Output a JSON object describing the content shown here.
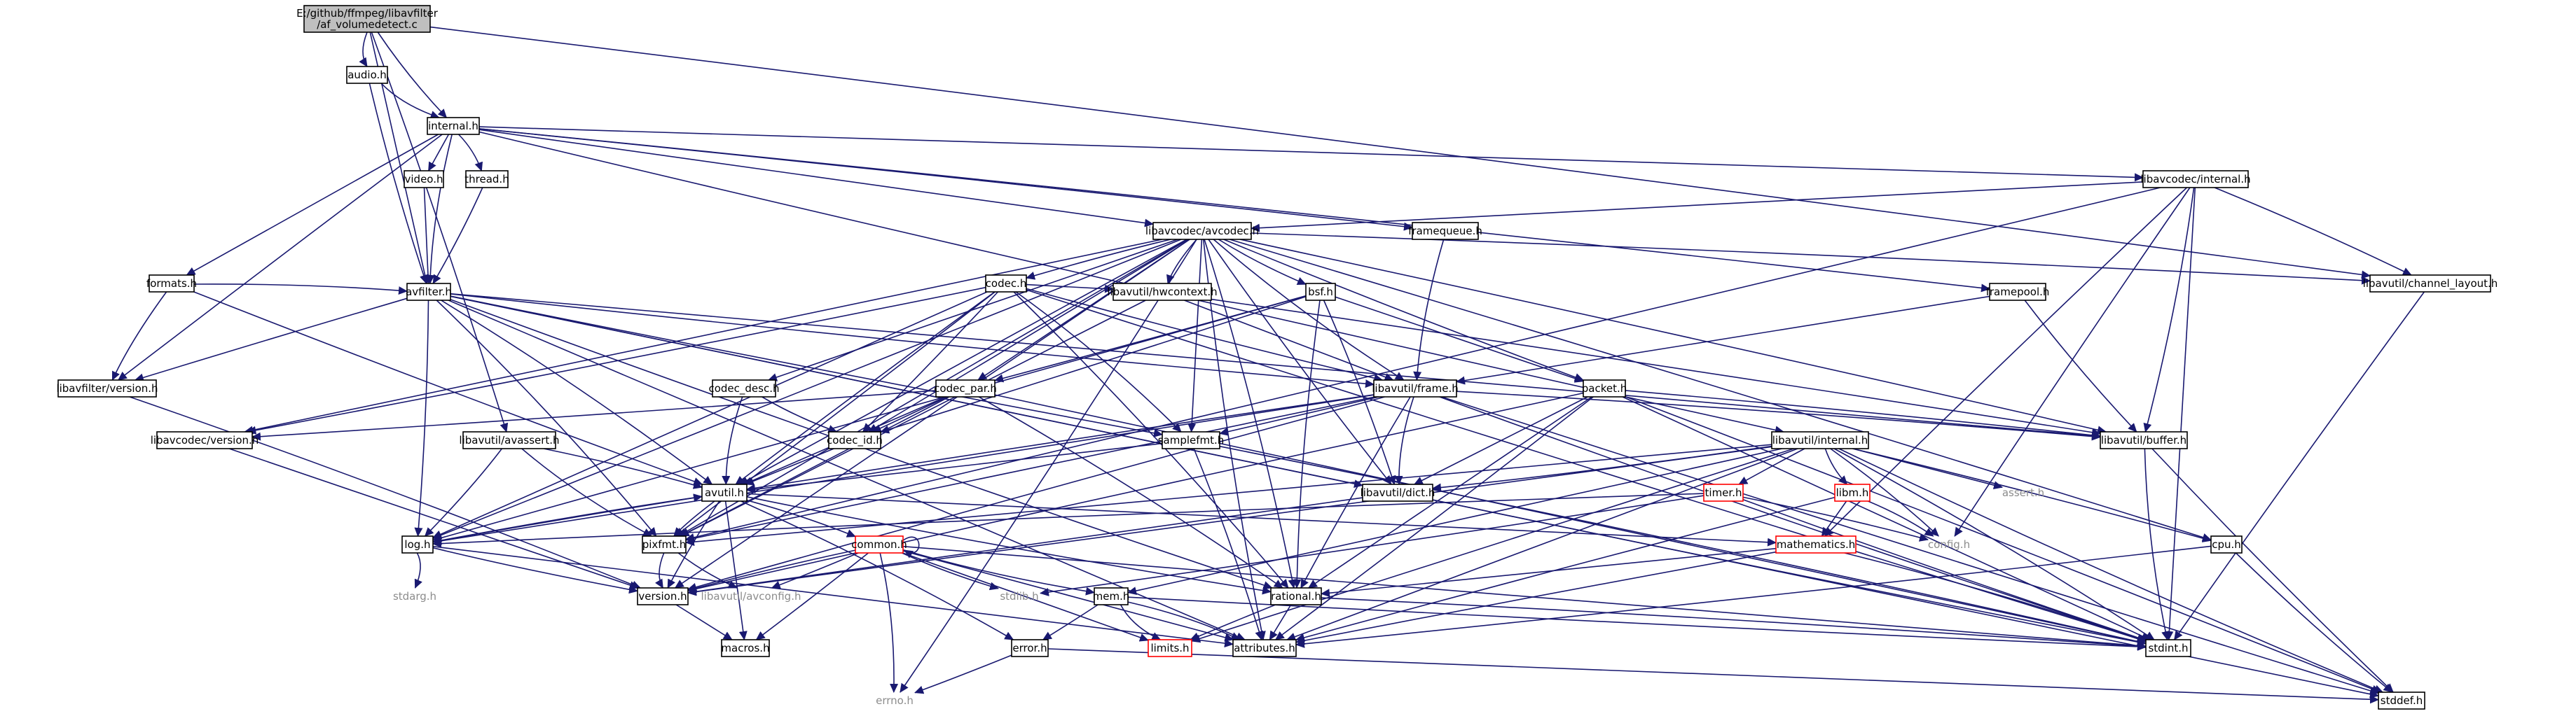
{
  "graph": {
    "nodes": [
      {
        "id": "root",
        "lines": [
          "E:/github/ffmpeg/libavfilter",
          "/af_volumedetect.c"
        ],
        "style": "root"
      },
      {
        "id": "audio",
        "lines": [
          "audio.h"
        ],
        "style": "normal"
      },
      {
        "id": "internal",
        "lines": [
          "internal.h"
        ],
        "style": "normal"
      },
      {
        "id": "video",
        "lines": [
          "video.h"
        ],
        "style": "normal"
      },
      {
        "id": "thread",
        "lines": [
          "thread.h"
        ],
        "style": "normal"
      },
      {
        "id": "formats",
        "lines": [
          "formats.h"
        ],
        "style": "normal"
      },
      {
        "id": "lc_internal",
        "lines": [
          "libavcodec/internal.h"
        ],
        "style": "normal"
      },
      {
        "id": "avcodec",
        "lines": [
          "libavcodec/avcodec.h"
        ],
        "style": "normal"
      },
      {
        "id": "framequeue",
        "lines": [
          "framequeue.h"
        ],
        "style": "normal"
      },
      {
        "id": "channel_layout",
        "lines": [
          "libavutil/channel_layout.h"
        ],
        "style": "normal"
      },
      {
        "id": "codec",
        "lines": [
          "codec.h"
        ],
        "style": "normal"
      },
      {
        "id": "hwcontext",
        "lines": [
          "libavutil/hwcontext.h"
        ],
        "style": "normal"
      },
      {
        "id": "bsf",
        "lines": [
          "bsf.h"
        ],
        "style": "normal"
      },
      {
        "id": "framepool",
        "lines": [
          "framepool.h"
        ],
        "style": "normal"
      },
      {
        "id": "avfilter",
        "lines": [
          "avfilter.h"
        ],
        "style": "normal"
      },
      {
        "id": "filterversion",
        "lines": [
          "libavfilter/version.h"
        ],
        "style": "normal"
      },
      {
        "id": "codec_desc",
        "lines": [
          "codec_desc.h"
        ],
        "style": "normal"
      },
      {
        "id": "codec_par",
        "lines": [
          "codec_par.h"
        ],
        "style": "normal"
      },
      {
        "id": "frame",
        "lines": [
          "libavutil/frame.h"
        ],
        "style": "normal"
      },
      {
        "id": "packet",
        "lines": [
          "packet.h"
        ],
        "style": "normal"
      },
      {
        "id": "buffer",
        "lines": [
          "libavutil/buffer.h"
        ],
        "style": "normal"
      },
      {
        "id": "codecversion",
        "lines": [
          "libavcodec/version.h"
        ],
        "style": "normal"
      },
      {
        "id": "avassert",
        "lines": [
          "libavutil/avassert.h"
        ],
        "style": "normal"
      },
      {
        "id": "codec_id",
        "lines": [
          "codec_id.h"
        ],
        "style": "normal"
      },
      {
        "id": "samplefmt",
        "lines": [
          "samplefmt.h"
        ],
        "style": "normal"
      },
      {
        "id": "lu_internal",
        "lines": [
          "libavutil/internal.h"
        ],
        "style": "normal"
      },
      {
        "id": "avutil",
        "lines": [
          "avutil.h"
        ],
        "style": "normal"
      },
      {
        "id": "dict",
        "lines": [
          "libavutil/dict.h"
        ],
        "style": "normal"
      },
      {
        "id": "timer",
        "lines": [
          "timer.h"
        ],
        "style": "red"
      },
      {
        "id": "libm",
        "lines": [
          "libm.h"
        ],
        "style": "red"
      },
      {
        "id": "assert",
        "lines": [
          "assert.h"
        ],
        "style": "plain"
      },
      {
        "id": "log",
        "lines": [
          "log.h"
        ],
        "style": "normal"
      },
      {
        "id": "pixfmt",
        "lines": [
          "pixfmt.h"
        ],
        "style": "normal"
      },
      {
        "id": "common",
        "lines": [
          "common.h"
        ],
        "style": "red"
      },
      {
        "id": "mathematics",
        "lines": [
          "mathematics.h"
        ],
        "style": "red"
      },
      {
        "id": "config",
        "lines": [
          "config.h"
        ],
        "style": "plain"
      },
      {
        "id": "cpu",
        "lines": [
          "cpu.h"
        ],
        "style": "normal"
      },
      {
        "id": "stdarg",
        "lines": [
          "stdarg.h"
        ],
        "style": "plain"
      },
      {
        "id": "version",
        "lines": [
          "version.h"
        ],
        "style": "normal"
      },
      {
        "id": "avconfig",
        "lines": [
          "libavutil/avconfig.h"
        ],
        "style": "plain"
      },
      {
        "id": "stdlib",
        "lines": [
          "stdlib.h"
        ],
        "style": "plain"
      },
      {
        "id": "mem",
        "lines": [
          "mem.h"
        ],
        "style": "normal"
      },
      {
        "id": "rational",
        "lines": [
          "rational.h"
        ],
        "style": "normal"
      },
      {
        "id": "macros",
        "lines": [
          "macros.h"
        ],
        "style": "normal"
      },
      {
        "id": "error",
        "lines": [
          "error.h"
        ],
        "style": "normal"
      },
      {
        "id": "limits",
        "lines": [
          "limits.h"
        ],
        "style": "red"
      },
      {
        "id": "attributes",
        "lines": [
          "attributes.h"
        ],
        "style": "normal"
      },
      {
        "id": "stdint",
        "lines": [
          "stdint.h"
        ],
        "style": "normal"
      },
      {
        "id": "errno",
        "lines": [
          "errno.h"
        ],
        "style": "plain"
      },
      {
        "id": "stddef",
        "lines": [
          "stddef.h"
        ],
        "style": "normal"
      }
    ],
    "edges": [
      [
        "root",
        "audio"
      ],
      [
        "root",
        "internal"
      ],
      [
        "root",
        "avfilter"
      ],
      [
        "root",
        "avassert"
      ],
      [
        "root",
        "channel_layout"
      ],
      [
        "audio",
        "internal"
      ],
      [
        "audio",
        "avfilter"
      ],
      [
        "internal",
        "video"
      ],
      [
        "internal",
        "thread"
      ],
      [
        "internal",
        "formats"
      ],
      [
        "internal",
        "avfilter"
      ],
      [
        "internal",
        "lc_internal"
      ],
      [
        "internal",
        "avcodec"
      ],
      [
        "internal",
        "framequeue"
      ],
      [
        "internal",
        "framepool"
      ],
      [
        "internal",
        "lu_internal"
      ],
      [
        "internal",
        "filterversion"
      ],
      [
        "video",
        "avfilter"
      ],
      [
        "thread",
        "avfilter"
      ],
      [
        "formats",
        "avfilter"
      ],
      [
        "formats",
        "filterversion"
      ],
      [
        "formats",
        "avutil"
      ],
      [
        "lc_internal",
        "avcodec"
      ],
      [
        "lc_internal",
        "channel_layout"
      ],
      [
        "lc_internal",
        "buffer"
      ],
      [
        "lc_internal",
        "mathematics"
      ],
      [
        "lc_internal",
        "config"
      ],
      [
        "lc_internal",
        "stdint"
      ],
      [
        "lc_internal",
        "pixfmt"
      ],
      [
        "avcodec",
        "codec"
      ],
      [
        "avcodec",
        "hwcontext"
      ],
      [
        "avcodec",
        "bsf"
      ],
      [
        "avcodec",
        "codec_desc"
      ],
      [
        "avcodec",
        "codec_par"
      ],
      [
        "avcodec",
        "codec_id"
      ],
      [
        "avcodec",
        "frame"
      ],
      [
        "avcodec",
        "packet"
      ],
      [
        "avcodec",
        "samplefmt"
      ],
      [
        "avcodec",
        "buffer"
      ],
      [
        "avcodec",
        "channel_layout"
      ],
      [
        "avcodec",
        "avutil"
      ],
      [
        "avcodec",
        "dict"
      ],
      [
        "avcodec",
        "log"
      ],
      [
        "avcodec",
        "pixfmt"
      ],
      [
        "avcodec",
        "rational"
      ],
      [
        "avcodec",
        "attributes"
      ],
      [
        "avcodec",
        "codecversion"
      ],
      [
        "avcodec",
        "version"
      ],
      [
        "avcodec",
        "cpu"
      ],
      [
        "avcodec",
        "errno"
      ],
      [
        "framequeue",
        "frame"
      ],
      [
        "channel_layout",
        "stdint"
      ],
      [
        "codec",
        "hwcontext"
      ],
      [
        "codec",
        "codec_id"
      ],
      [
        "codec",
        "samplefmt"
      ],
      [
        "codec",
        "avutil"
      ],
      [
        "codec",
        "frame"
      ],
      [
        "codec",
        "log"
      ],
      [
        "codec",
        "pixfmt"
      ],
      [
        "codec",
        "rational"
      ],
      [
        "codec",
        "codecversion"
      ],
      [
        "codec",
        "stdint"
      ],
      [
        "hwcontext",
        "frame"
      ],
      [
        "hwcontext",
        "buffer"
      ],
      [
        "hwcontext",
        "pixfmt"
      ],
      [
        "bsf",
        "codec_id"
      ],
      [
        "bsf",
        "codec_par"
      ],
      [
        "bsf",
        "packet"
      ],
      [
        "bsf",
        "dict"
      ],
      [
        "bsf",
        "log"
      ],
      [
        "bsf",
        "rational"
      ],
      [
        "framepool",
        "buffer"
      ],
      [
        "framepool",
        "frame"
      ],
      [
        "avfilter",
        "filterversion"
      ],
      [
        "avfilter",
        "avutil"
      ],
      [
        "avfilter",
        "frame"
      ],
      [
        "avfilter",
        "buffer"
      ],
      [
        "avfilter",
        "dict"
      ],
      [
        "avfilter",
        "log"
      ],
      [
        "avfilter",
        "pixfmt"
      ],
      [
        "avfilter",
        "rational"
      ],
      [
        "avfilter",
        "samplefmt"
      ],
      [
        "avfilter",
        "attributes"
      ],
      [
        "avfilter",
        "stddef"
      ],
      [
        "filterversion",
        "version"
      ],
      [
        "codec_desc",
        "avutil"
      ],
      [
        "codec_desc",
        "codec_id"
      ],
      [
        "codec_par",
        "avutil"
      ],
      [
        "codec_par",
        "codec_id"
      ],
      [
        "codec_par",
        "rational"
      ],
      [
        "codec_par",
        "pixfmt"
      ],
      [
        "codec_par",
        "codecversion"
      ],
      [
        "codec_par",
        "stdint"
      ],
      [
        "frame",
        "avutil"
      ],
      [
        "frame",
        "buffer"
      ],
      [
        "frame",
        "dict"
      ],
      [
        "frame",
        "rational"
      ],
      [
        "frame",
        "samplefmt"
      ],
      [
        "frame",
        "pixfmt"
      ],
      [
        "frame",
        "version"
      ],
      [
        "frame",
        "stdint"
      ],
      [
        "frame",
        "stddef"
      ],
      [
        "frame",
        "log"
      ],
      [
        "packet",
        "buffer"
      ],
      [
        "packet",
        "attributes"
      ],
      [
        "packet",
        "dict"
      ],
      [
        "packet",
        "rational"
      ],
      [
        "packet",
        "stdint"
      ],
      [
        "packet",
        "stddef"
      ],
      [
        "packet",
        "version"
      ],
      [
        "buffer",
        "stdint"
      ],
      [
        "buffer",
        "stddef"
      ],
      [
        "codecversion",
        "version"
      ],
      [
        "avassert",
        "avutil"
      ],
      [
        "avassert",
        "log"
      ],
      [
        "avassert",
        "pixfmt"
      ],
      [
        "codec_id",
        "avutil"
      ],
      [
        "samplefmt",
        "avutil"
      ],
      [
        "samplefmt",
        "attributes"
      ],
      [
        "samplefmt",
        "stdint"
      ],
      [
        "lu_internal",
        "timer"
      ],
      [
        "lu_internal",
        "libm"
      ],
      [
        "lu_internal",
        "assert"
      ],
      [
        "lu_internal",
        "config"
      ],
      [
        "lu_internal",
        "attributes"
      ],
      [
        "lu_internal",
        "dict"
      ],
      [
        "lu_internal",
        "pixfmt"
      ],
      [
        "lu_internal",
        "version"
      ],
      [
        "lu_internal",
        "cpu"
      ],
      [
        "lu_internal",
        "stdint"
      ],
      [
        "lu_internal",
        "stddef"
      ],
      [
        "lu_internal",
        "limits"
      ],
      [
        "lu_internal",
        "mem"
      ],
      [
        "avutil",
        "common"
      ],
      [
        "avutil",
        "error"
      ],
      [
        "avutil",
        "rational"
      ],
      [
        "avutil",
        "version"
      ],
      [
        "avutil",
        "macros"
      ],
      [
        "avutil",
        "mathematics"
      ],
      [
        "avutil",
        "log"
      ],
      [
        "avutil",
        "pixfmt"
      ],
      [
        "dict",
        "stdint"
      ],
      [
        "dict",
        "version"
      ],
      [
        "timer",
        "config"
      ],
      [
        "timer",
        "log"
      ],
      [
        "timer",
        "stdlib"
      ],
      [
        "timer",
        "stdint"
      ],
      [
        "libm",
        "mathematics"
      ],
      [
        "libm",
        "config"
      ],
      [
        "libm",
        "attributes"
      ],
      [
        "libm",
        "intfloat"
      ],
      [
        "log",
        "version"
      ],
      [
        "log",
        "attributes"
      ],
      [
        "log",
        "avutil"
      ],
      [
        "log",
        "stdarg"
      ],
      [
        "pixfmt",
        "version"
      ],
      [
        "pixfmt",
        "avconfig"
      ],
      [
        "common",
        "attributes"
      ],
      [
        "common",
        "macros"
      ],
      [
        "common",
        "version"
      ],
      [
        "common",
        "mem"
      ],
      [
        "common",
        "stdlib"
      ],
      [
        "common",
        "limits"
      ],
      [
        "common",
        "stdint"
      ],
      [
        "common",
        "errno"
      ],
      [
        "common",
        "avconfig"
      ],
      [
        "common",
        "common"
      ],
      [
        "mathematics",
        "rational"
      ],
      [
        "mathematics",
        "attributes"
      ],
      [
        "mathematics",
        "stdint"
      ],
      [
        "cpu",
        "attributes"
      ],
      [
        "cpu",
        "stddef"
      ],
      [
        "version",
        "macros"
      ],
      [
        "mem",
        "error"
      ],
      [
        "mem",
        "attributes"
      ],
      [
        "mem",
        "limits"
      ],
      [
        "mem",
        "stdint"
      ],
      [
        "rational",
        "attributes"
      ],
      [
        "rational",
        "limits"
      ],
      [
        "rational",
        "stdint"
      ],
      [
        "error",
        "errno"
      ],
      [
        "error",
        "stddef"
      ]
    ]
  }
}
